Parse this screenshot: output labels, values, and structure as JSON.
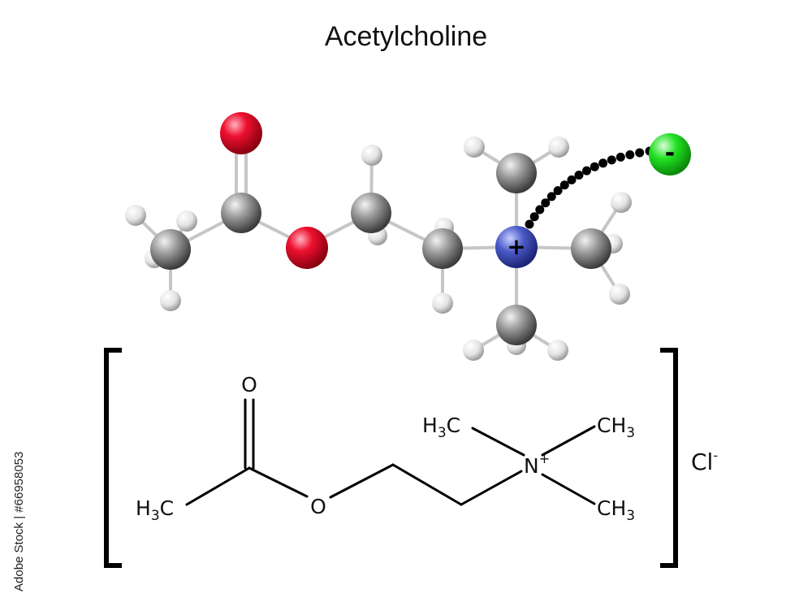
{
  "title": "Acetylcholine",
  "ball_model": {
    "cation_charge": "+",
    "anion_charge": "-",
    "colors": {
      "carbon": "#8a8a8a",
      "hydrogen": "#e9e9e9",
      "oxygen": "#e8102a",
      "nitrogen": "#4455bb",
      "chloride": "#22dd22",
      "bond": "#c8c8c8",
      "ionic_dots": "#000000"
    }
  },
  "structural_formula": {
    "carbonyl_o": "O",
    "ester_o": "O",
    "h3c_left_main": "H",
    "h3c_left_sub": "3",
    "h3c_left_tail": "C",
    "h3c_top_main": "H",
    "h3c_top_sub": "3",
    "h3c_top_tail": "C",
    "n_main": "N",
    "n_sup": "+",
    "ch3_upper_main": "CH",
    "ch3_upper_sub": "3",
    "ch3_lower_main": "CH",
    "ch3_lower_sub": "3",
    "counterion_main": "Cl",
    "counterion_sup": "-"
  },
  "watermark": "Adobe Stock | #66958053"
}
